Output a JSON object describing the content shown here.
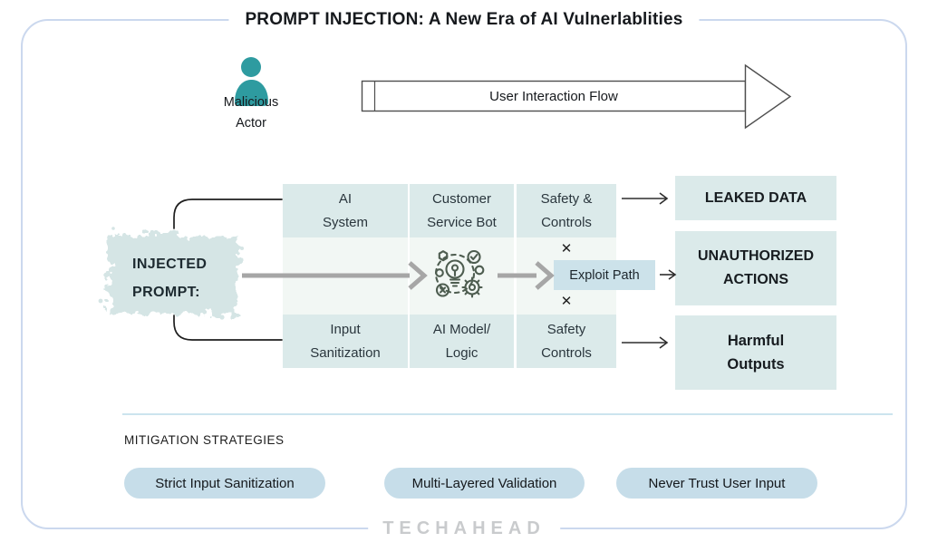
{
  "title": "PROMPT INJECTION: A New Era of AI Vulnerlablities",
  "actor": {
    "label": "Malicious\nActor"
  },
  "flow_arrow": {
    "label": "User Interaction Flow"
  },
  "injected_prompt": {
    "label": "INJECTED\nPROMPT:"
  },
  "grid": {
    "top_row": [
      "AI\nSystem",
      "Customer\nService Bot",
      "Safety &\nControls"
    ],
    "bottom_row": [
      "Input\nSanitization",
      "AI Model/\nLogic",
      "Safety\nControls"
    ],
    "exploit_path": "Exploit Path",
    "x_mark": "✕"
  },
  "outcomes": [
    "LEAKED DATA",
    "UNAUTHORIZED\nACTIONS",
    "Harmful\nOutputs"
  ],
  "mitigation": {
    "heading": "MITIGATION STRATEGIES",
    "items": [
      "Strict Input Sanitization",
      "Multi-Layered Validation",
      "Never Trust User Input"
    ]
  },
  "footer": {
    "logo": "TECHAHEAD"
  },
  "colors": {
    "teal": "#2E9BA0",
    "box_fill": "#DBEAEA",
    "exploit_fill": "#CCE2EA",
    "strip_fill": "#F2F7F4",
    "pill_fill": "#C6DDE9",
    "frame_border": "#CBD8EE",
    "divider": "#CCE4EE",
    "arrow_gray": "#A6A6A6",
    "line_dark": "#1F1F1F",
    "icon_green": "#4E5D50",
    "logo_gray": "#C9CBCD",
    "splash_fill": "#D5E5E5",
    "text_dark": "#16191D"
  }
}
